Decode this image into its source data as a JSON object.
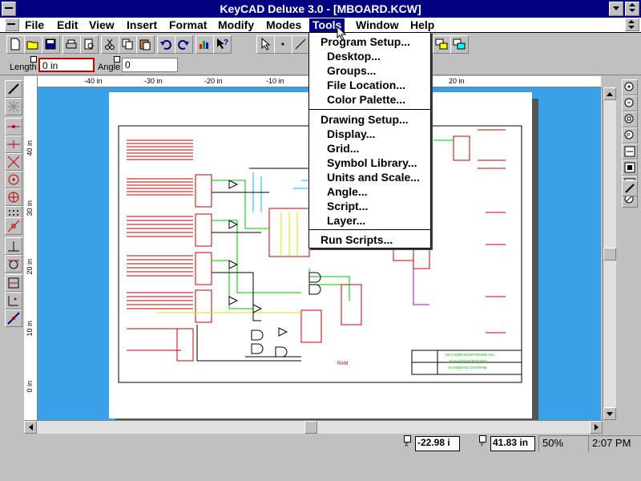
{
  "window": {
    "title": "KeyCAD Deluxe 3.0 - [MBOARD.KCW]"
  },
  "menu": {
    "file": "File",
    "edit": "Edit",
    "view": "View",
    "insert": "Insert",
    "format": "Format",
    "modify": "Modify",
    "modes": "Modes",
    "tools": "Tools",
    "window": "Window",
    "help": "Help"
  },
  "props": {
    "length_label": "Length",
    "length_value": "0 in",
    "angle_label": "Angle",
    "angle_value": "0"
  },
  "rulers": {
    "h_ticks": [
      "-40 in",
      "-30 in",
      "-20 in",
      "-10 in",
      "20 in"
    ],
    "v_ticks": [
      "40 in",
      "30 in",
      "20 in",
      "10 in",
      "0 in"
    ]
  },
  "tools_menu": {
    "group1": [
      "Program Setup...",
      "Desktop...",
      "Groups...",
      "File Location...",
      "Color Palette..."
    ],
    "group2": [
      "Drawing Setup...",
      "Display...",
      "Grid...",
      "Symbol Library...",
      "Units and Scale...",
      "Angle...",
      "Script...",
      "Layer..."
    ],
    "group3": [
      "Run Scripts..."
    ]
  },
  "schematic": {
    "label_ram": "RAM",
    "title_block": [
      "KEY SIMPLESOFTWARE INC.",
      "RAM MOTHERBOARD",
      "SCHEMATIC DIAGRAM"
    ]
  },
  "status": {
    "x": "-22.98 i",
    "y": "41.83 in",
    "zoom": "50%",
    "time": "2:07 PM"
  },
  "colors": {
    "title_bg": "#000080",
    "canvas": "#3aa0e8",
    "wire_red": "#c00000",
    "wire_green": "#00c000"
  }
}
